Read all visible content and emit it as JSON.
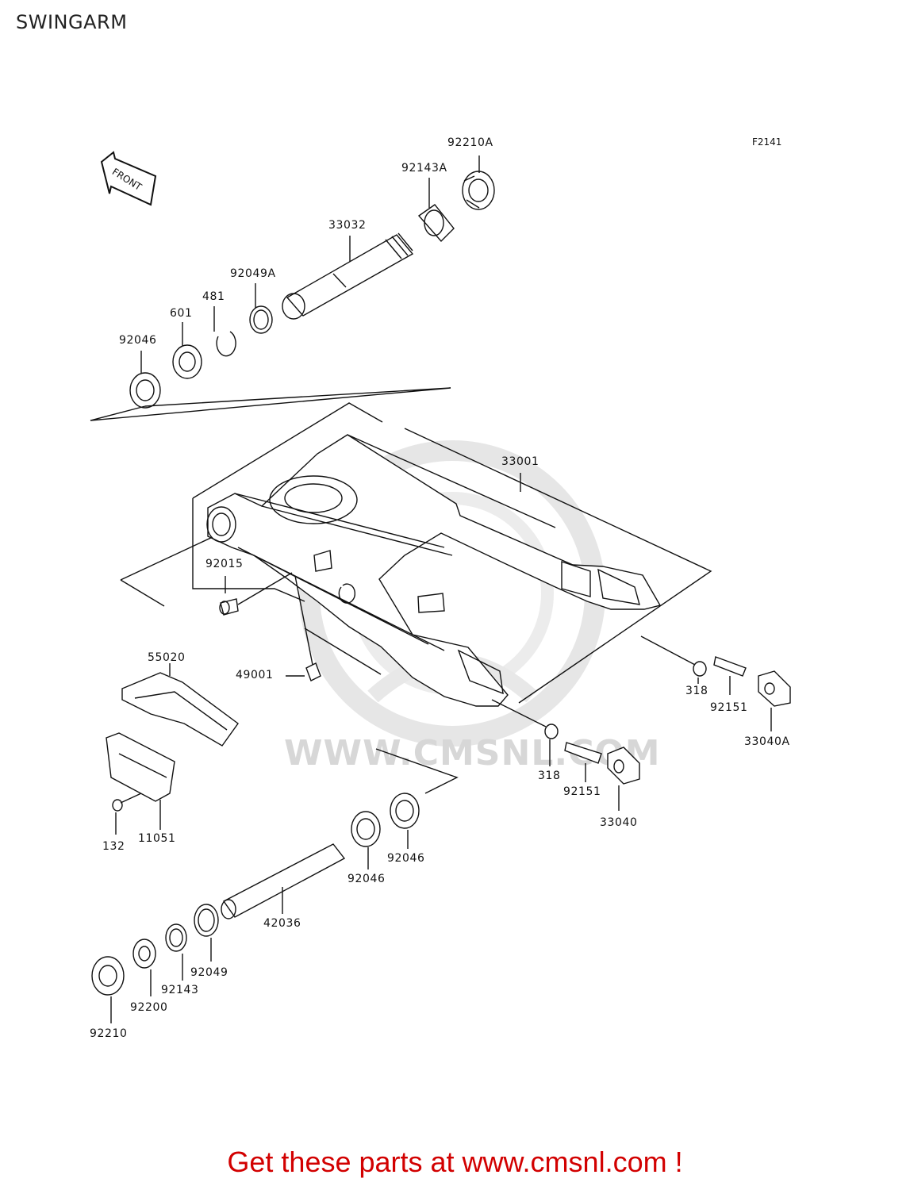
{
  "page": {
    "title": "SWINGARM",
    "figure_code": "F2141",
    "front_marker": "FRONT",
    "promo": "Get these parts at www.cmsnl.com !",
    "watermark_text": "WWW.CMSNL.COM"
  },
  "parts": {
    "p92210A": "92210A",
    "p92143A": "92143A",
    "p33032": "33032",
    "p92049A": "92049A",
    "p481": "481",
    "p601": "601",
    "p92046_top": "92046",
    "p33001": "33001",
    "p92015": "92015",
    "p55020": "55020",
    "p49001": "49001",
    "p318_right": "318",
    "p92151_right": "92151",
    "p33040A": "33040A",
    "p318_lower": "318",
    "p92151_lower": "92151",
    "p33040": "33040",
    "p132": "132",
    "p11051": "11051",
    "p92046_a": "92046",
    "p92046_b": "92046",
    "p42036": "42036",
    "p92049": "92049",
    "p92143": "92143",
    "p92200": "92200",
    "p92210": "92210"
  }
}
